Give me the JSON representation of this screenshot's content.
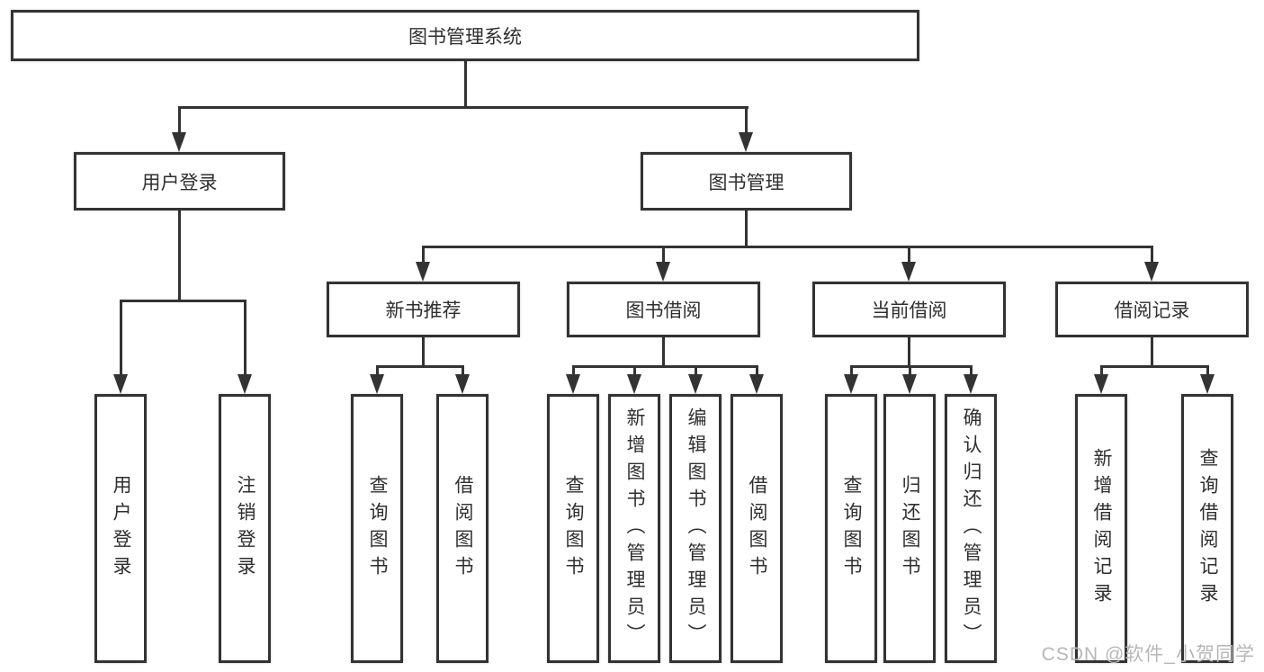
{
  "diagram_title": "图书管理系统",
  "root": {
    "label": "图书管理系统"
  },
  "login": {
    "label": "用户登录",
    "children": [
      {
        "label": "用户登录"
      },
      {
        "label": "注销登录"
      }
    ]
  },
  "management": {
    "label": "图书管理",
    "sections": [
      {
        "label": "新书推荐",
        "children": [
          {
            "label": "查询图书"
          },
          {
            "label": "借阅图书"
          }
        ]
      },
      {
        "label": "图书借阅",
        "children": [
          {
            "label": "查询图书"
          },
          {
            "label": "新增图书（管理员）"
          },
          {
            "label": "编辑图书（管理员）"
          },
          {
            "label": "借阅图书"
          }
        ]
      },
      {
        "label": "当前借阅",
        "children": [
          {
            "label": "查询图书"
          },
          {
            "label": "归还图书"
          },
          {
            "label": "确认归还（管理员）"
          }
        ]
      },
      {
        "label": "借阅记录",
        "children": [
          {
            "label": "新增借阅记录"
          },
          {
            "label": "查询借阅记录"
          }
        ]
      }
    ]
  },
  "watermark": "CSDN @软件_小贺同学",
  "colors": {
    "line": "#333333",
    "box_background": "#ffffff",
    "text": "#2f2f2f",
    "watermark": "#b7b7b7"
  }
}
